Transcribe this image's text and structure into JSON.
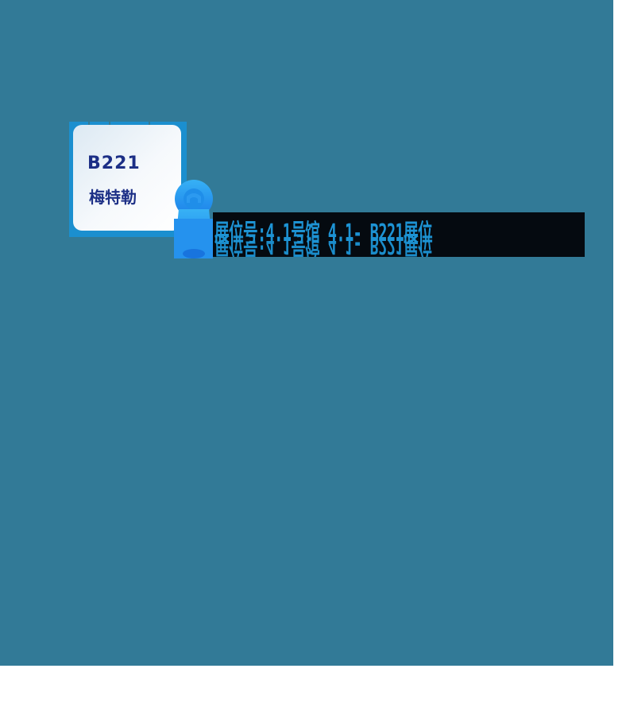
{
  "map": {
    "background_color": "#327a97",
    "outer_background": "#ffffff"
  },
  "booth_card": {
    "code": "B221",
    "name": "梅特勒",
    "frame_color": "#1b8fcf",
    "text_color": "#1c2f86"
  },
  "location_pin": {
    "icon": "map-pin-icon",
    "color": "#2c9af0"
  },
  "booth_banner": {
    "text": "展位号:4.1号馆 4.1- B221展位",
    "text_color": "#1d93d4",
    "background_color": "#050a10"
  }
}
